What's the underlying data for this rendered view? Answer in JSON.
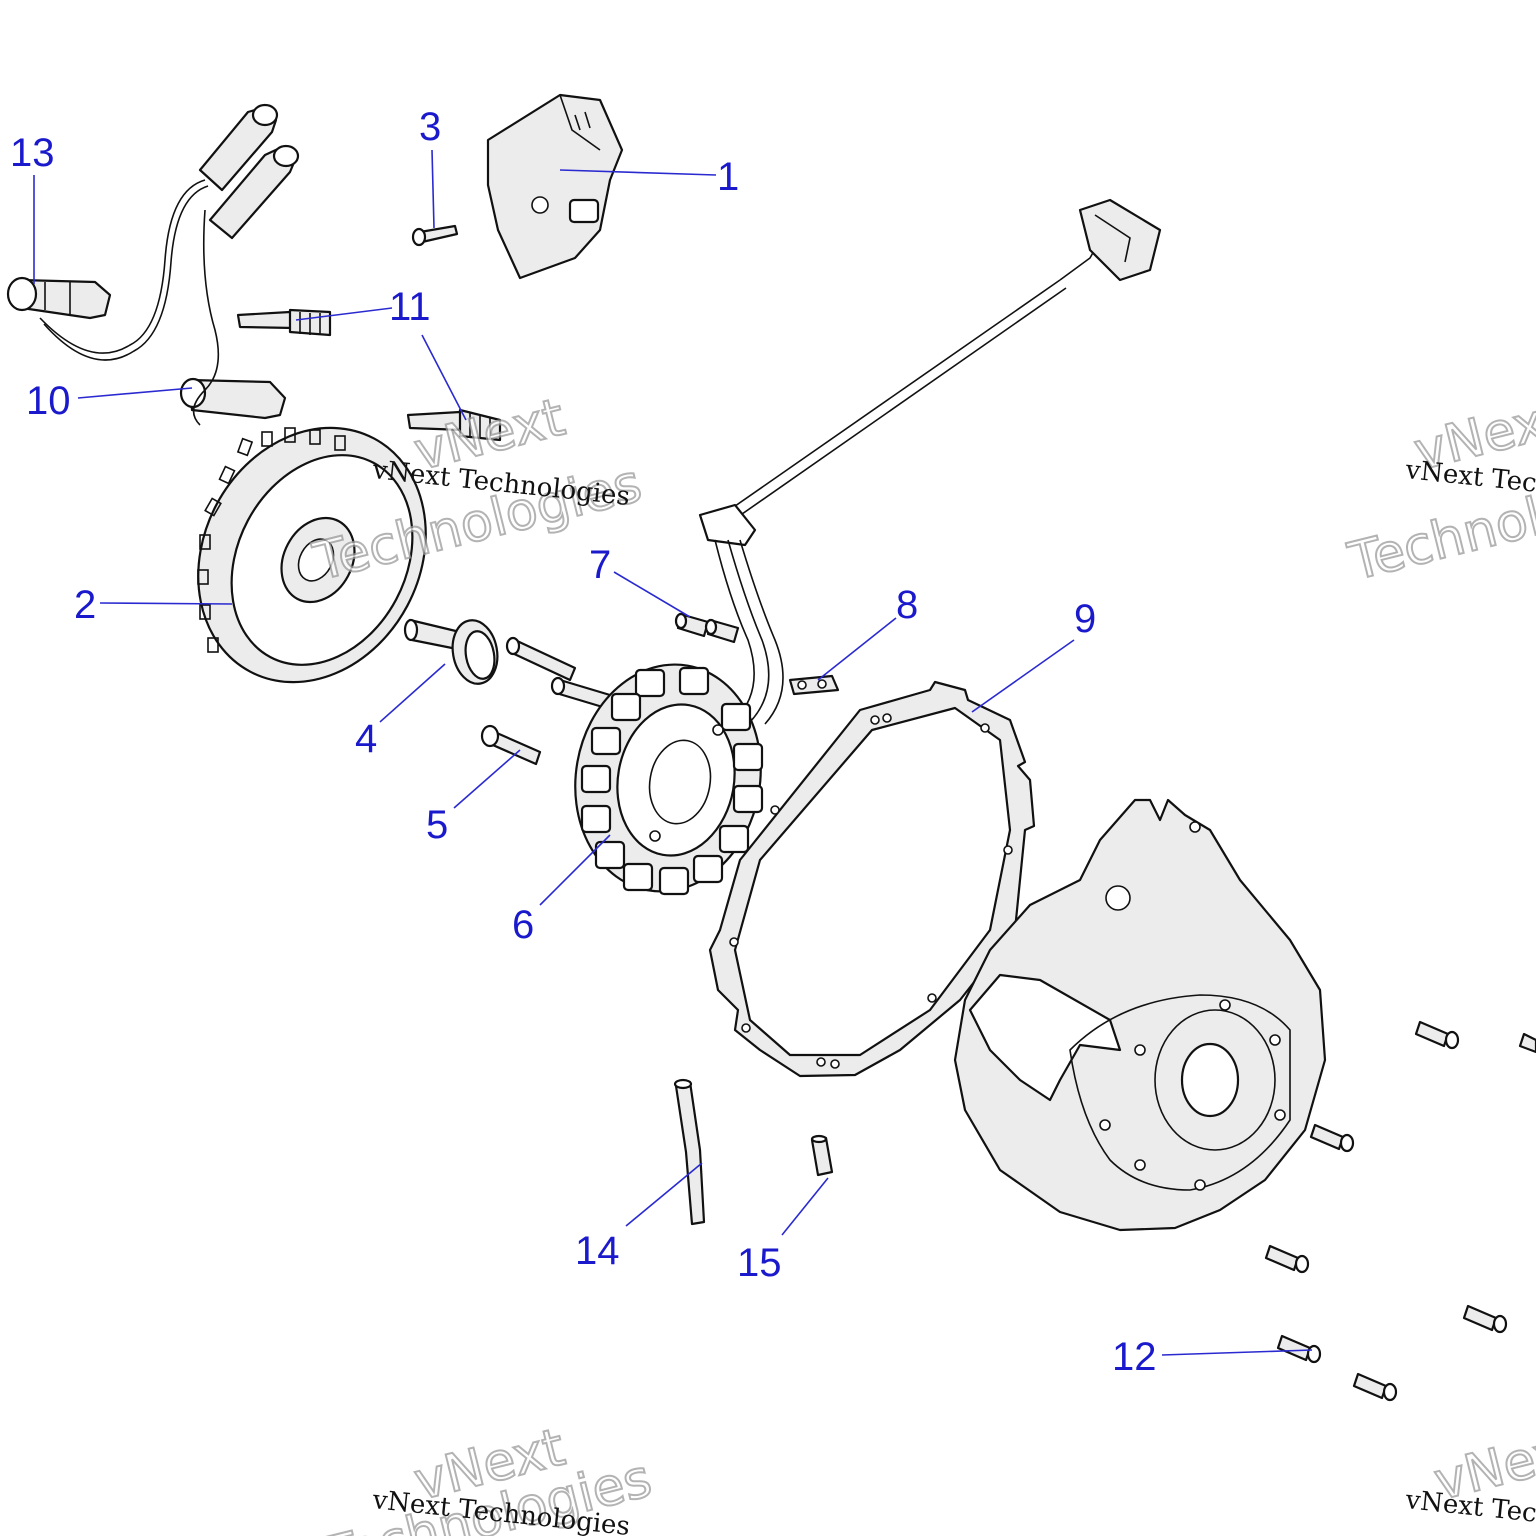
{
  "watermark": {
    "line1": "vNext Technologies",
    "line2a": "vNext",
    "line2b": "Technologies"
  },
  "callouts": [
    {
      "id": "1",
      "label": "1"
    },
    {
      "id": "2",
      "label": "2"
    },
    {
      "id": "3",
      "label": "3"
    },
    {
      "id": "4",
      "label": "4"
    },
    {
      "id": "5",
      "label": "5"
    },
    {
      "id": "6",
      "label": "6"
    },
    {
      "id": "7",
      "label": "7"
    },
    {
      "id": "8",
      "label": "8"
    },
    {
      "id": "9",
      "label": "9"
    },
    {
      "id": "10",
      "label": "10"
    },
    {
      "id": "11",
      "label": "11"
    },
    {
      "id": "12",
      "label": "12"
    },
    {
      "id": "13",
      "label": "13"
    },
    {
      "id": "14",
      "label": "14"
    },
    {
      "id": "15",
      "label": "15"
    }
  ],
  "colors": {
    "callout": "#1a1acc",
    "leader": "#2a2ad0",
    "part_fill": "#ececec",
    "outline": "#111111"
  }
}
